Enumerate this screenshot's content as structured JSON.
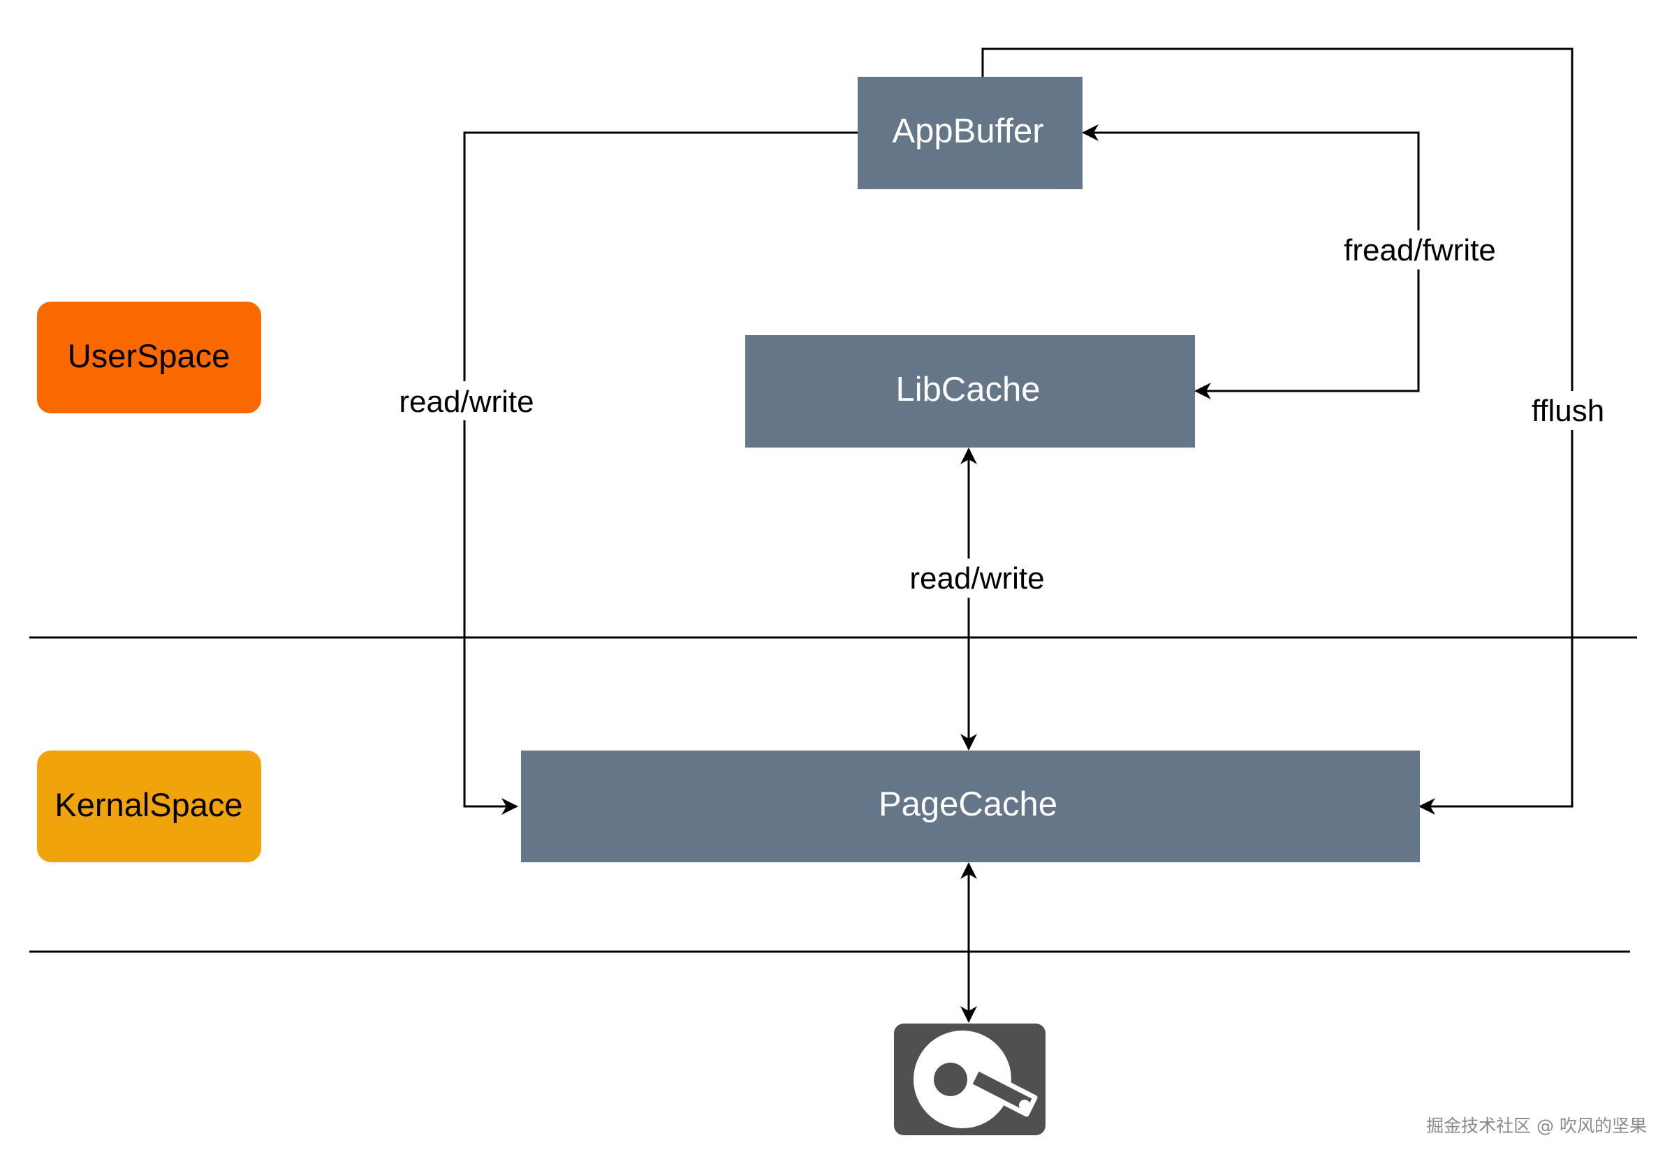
{
  "zones": {
    "user": {
      "label": "UserSpace",
      "color": "#fa6800"
    },
    "kernel": {
      "label": "KernalSpace",
      "color": "#f0a30a"
    }
  },
  "nodes": {
    "app_buffer": "AppBuffer",
    "lib_cache": "LibCache",
    "page_cache": "PageCache"
  },
  "node_color": "#647687",
  "edges": {
    "app_to_page": "read/write",
    "lib_to_page": "read/write",
    "app_to_lib": "fread/fwrite",
    "app_flush": "fflush"
  },
  "disk": {
    "icon": "hard-disk-icon"
  },
  "watermark": "掘金技术社区 @ 吹风的坚果"
}
